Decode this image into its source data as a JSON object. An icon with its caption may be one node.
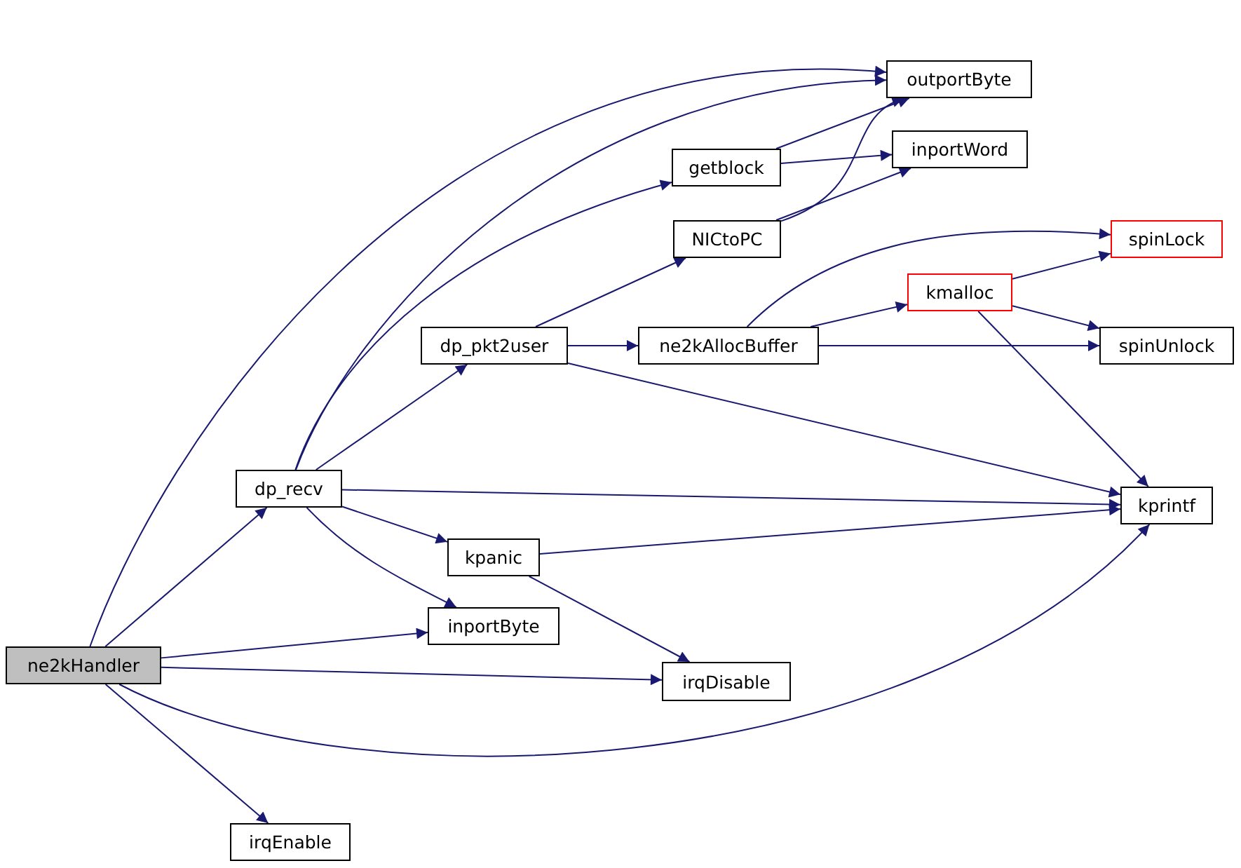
{
  "diagram": {
    "nodes": [
      {
        "text": [
          "ne2kHandler"
        ]
      },
      {
        "text": [
          "dp_recv"
        ]
      },
      {
        "text": [
          "outportByte"
        ]
      },
      {
        "text": [
          "getblock"
        ]
      },
      {
        "text": [
          "inportWord"
        ]
      },
      {
        "text": [
          "NICtoPC"
        ]
      },
      {
        "text": [
          "spinLock"
        ]
      },
      {
        "text": [
          "kmalloc"
        ]
      },
      {
        "text": [
          "dp_pkt2user"
        ]
      },
      {
        "text": [
          "ne2kAllocBuffer"
        ]
      },
      {
        "text": [
          "spinUnlock"
        ]
      },
      {
        "text": [
          "kprintf"
        ]
      },
      {
        "text": [
          "kpanic"
        ]
      },
      {
        "text": [
          "inportByte"
        ]
      },
      {
        "text": [
          "irqDisable"
        ]
      },
      {
        "text": [
          "irqEnable"
        ]
      }
    ],
    "edges": [
      {
        "from": 0,
        "to": 2,
        "arrow": "to"
      },
      {
        "from": 0,
        "to": 1,
        "arrow": "to"
      },
      {
        "from": 0,
        "to": 13,
        "arrow": "to"
      },
      {
        "from": 0,
        "to": 14,
        "arrow": "to"
      },
      {
        "from": 0,
        "to": 11,
        "arrow": "to"
      },
      {
        "from": 0,
        "to": 15,
        "arrow": "to"
      },
      {
        "from": 1,
        "to": 2,
        "arrow": "to"
      },
      {
        "from": 1,
        "to": 3,
        "arrow": "to"
      },
      {
        "from": 1,
        "to": 8,
        "arrow": "to"
      },
      {
        "from": 1,
        "to": 11,
        "arrow": "to"
      },
      {
        "from": 1,
        "to": 12,
        "arrow": "to"
      },
      {
        "from": 1,
        "to": 13,
        "arrow": "to"
      },
      {
        "from": 3,
        "to": 2,
        "arrow": "to"
      },
      {
        "from": 3,
        "to": 4,
        "arrow": "to"
      },
      {
        "from": 5,
        "to": 2,
        "arrow": "to"
      },
      {
        "from": 5,
        "to": 4,
        "arrow": "to"
      },
      {
        "from": 8,
        "to": 5,
        "arrow": "to"
      },
      {
        "from": 8,
        "to": 9,
        "arrow": "to"
      },
      {
        "from": 8,
        "to": 11,
        "arrow": "to"
      },
      {
        "from": 9,
        "to": 6,
        "arrow": "to"
      },
      {
        "from": 9,
        "to": 7,
        "arrow": "to"
      },
      {
        "from": 9,
        "to": 10,
        "arrow": "to"
      },
      {
        "from": 7,
        "to": 6,
        "arrow": "to"
      },
      {
        "from": 7,
        "to": 10,
        "arrow": "to"
      },
      {
        "from": 7,
        "to": 11,
        "arrow": "to"
      },
      {
        "from": 12,
        "to": 11,
        "arrow": "to"
      },
      {
        "from": 12,
        "to": 14,
        "arrow": "to"
      }
    ]
  }
}
